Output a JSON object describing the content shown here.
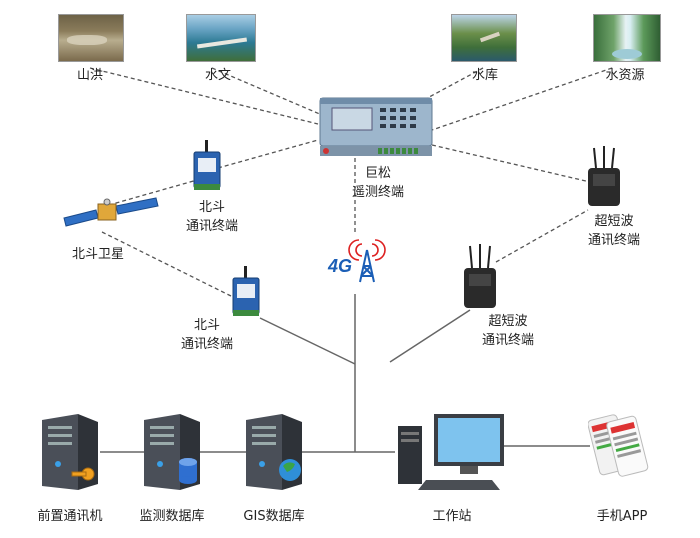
{
  "labels": {
    "flood": "山洪",
    "hydrology": "水文",
    "reservoir": "水库",
    "water_resource": "水资源",
    "rtu_line1": "巨松",
    "rtu_line2": "遥测终端",
    "beidou_top_line1": "北斗",
    "beidou_top_line2": "通讯终端",
    "satellite": "北斗卫星",
    "beidou_bottom_line1": "北斗",
    "beidou_bottom_line2": "通讯终端",
    "uhf_right_line1": "超短波",
    "uhf_right_line2": "通讯终端",
    "uhf_mid_line1": "超短波",
    "uhf_mid_line2": "通讯终端",
    "tower_4g": "4G",
    "front_server": "前置通讯机",
    "monitor_db": "监测数据库",
    "gis_db": "GIS数据库",
    "workstation": "工作站",
    "mobile_app": "手机APP"
  },
  "colors": {
    "link_line": "#555555",
    "network_line": "#666666",
    "tower_blue": "#1b5eb6",
    "tower_red": "#d22"
  }
}
